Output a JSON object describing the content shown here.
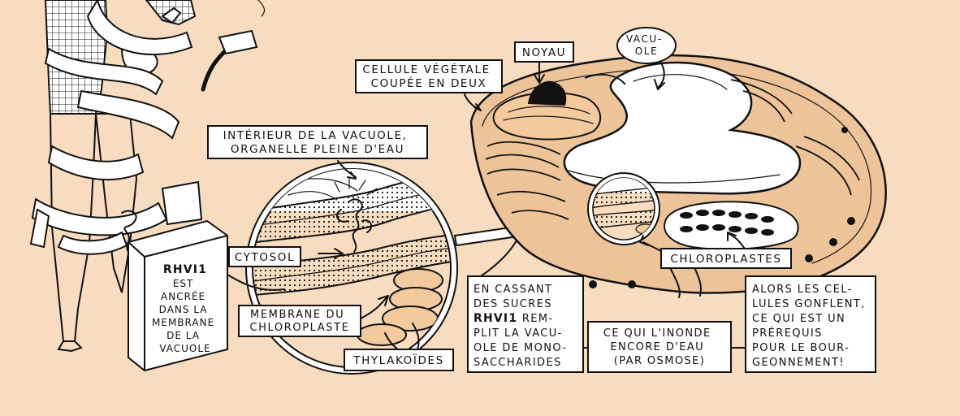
{
  "colors": {
    "background": "#f8dcc0",
    "ink": "#111111",
    "paper": "#ffffff",
    "cell_fill": "#edc49a"
  },
  "labels": {
    "cellule_vegetale": [
      "CELLULE VÉGÉTALE",
      "COUPÉE EN DEUX"
    ],
    "noyau": "NOYAU",
    "vacuole": [
      "VACU-",
      "OLE"
    ],
    "interieur_vacuole": [
      "INTÉRIEUR DE LA VACUOLE,",
      "ORGANELLE PLEINE D'EAU"
    ],
    "cytosol": "CYTOSOL",
    "membrane_chloroplaste": [
      "MEMBRANE DU",
      "CHLOROPLASTE"
    ],
    "thylakoides": "THYLAKOÏDES",
    "chloroplastes": "CHLOROPLASTES",
    "rhvi1_box": [
      "RHVI1",
      "EST",
      "ANCRÉE",
      "DANS LA",
      "MEMBRANE",
      "DE LA",
      "VACUOLE"
    ],
    "sucres": [
      "EN CASSANT",
      "DES SUCRES",
      "RHVI1",
      " REM-",
      "PLIT LA VACU-",
      "OLE DE MONO-",
      "SACCHARIDES"
    ],
    "osmose": [
      "CE QUI L'INONDE",
      "ENCORE D'EAU",
      "(PAR OSMOSE)"
    ],
    "bourgeonnement": [
      "ALORS LES CEL-",
      "LULES GONFLENT,",
      "CE QUI EST UN",
      "PRÉREQUIS",
      "POUR LE BOUR-",
      "GEONNEMENT!"
    ]
  }
}
